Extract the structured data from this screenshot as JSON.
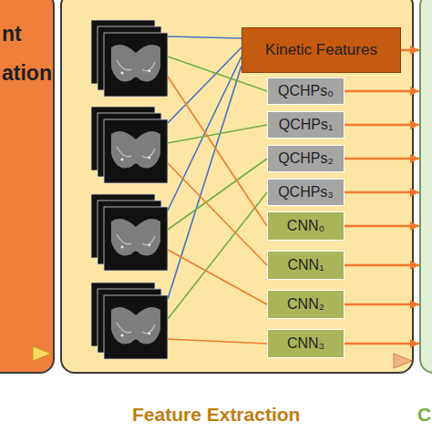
{
  "diagram": {
    "nodes": [
      {
        "text": [
          "nt ation"
        ]
      },
      {
        "text": [
          "Feature Extraction"
        ]
      },
      {
        "text": [
          "Kinetic Features"
        ],
        "in": 1
      },
      {
        "text": [
          "QCHPs₀"
        ],
        "in": 1
      },
      {
        "text": [
          "QCHPs₁"
        ],
        "in": 1
      },
      {
        "text": [
          "QCHPs₂"
        ],
        "in": 1
      },
      {
        "text": [
          "QCHPs₃"
        ],
        "in": 1
      },
      {
        "text": [
          "CNN₀"
        ],
        "in": 1
      },
      {
        "text": [
          "CNN₁"
        ],
        "in": 1
      },
      {
        "text": [
          "CNN₂"
        ],
        "in": 1
      },
      {
        "text": [
          "CNN₃"
        ],
        "in": 1
      },
      {
        "text": [
          "C"
        ]
      }
    ],
    "edges": [
      {
        "from": 2,
        "to": 11,
        "arrow": "to"
      },
      {
        "from": 3,
        "to": 11,
        "arrow": "to"
      },
      {
        "from": 4,
        "to": 11,
        "arrow": "to"
      },
      {
        "from": 5,
        "to": 11,
        "arrow": "to"
      },
      {
        "from": 6,
        "to": 11,
        "arrow": "to"
      },
      {
        "from": 7,
        "to": 11,
        "arrow": "to"
      },
      {
        "from": 8,
        "to": 11,
        "arrow": "to"
      },
      {
        "from": 9,
        "to": 11,
        "arrow": "to"
      },
      {
        "from": 10,
        "to": 11,
        "arrow": "to"
      }
    ]
  }
}
